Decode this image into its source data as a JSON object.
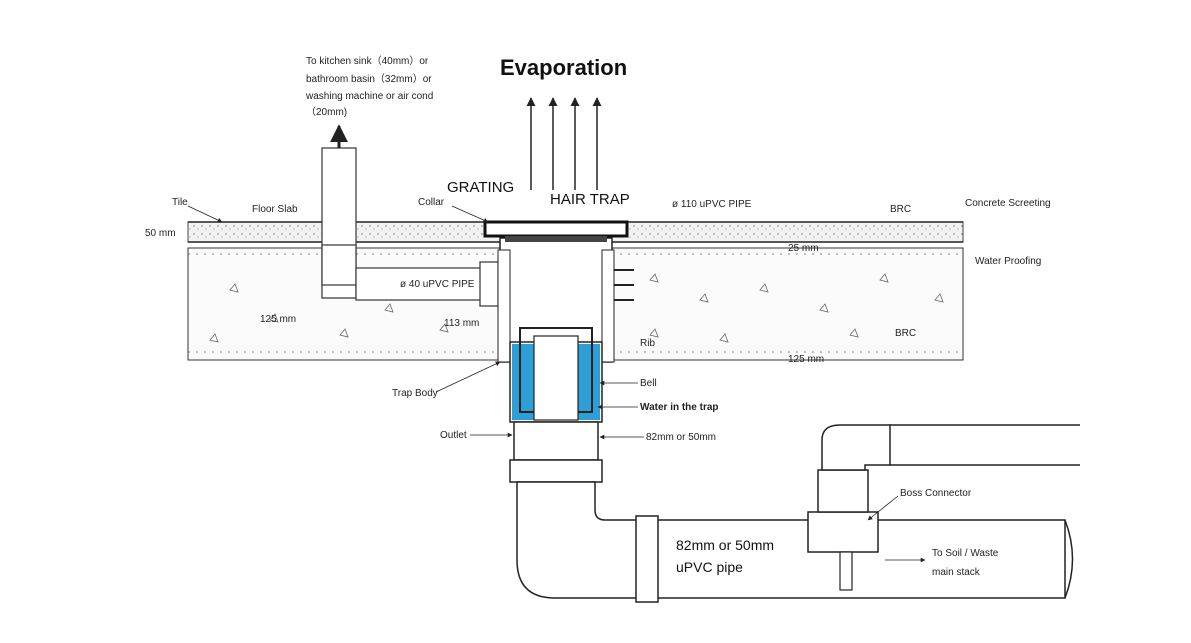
{
  "title": "Evaporation",
  "labels": {
    "kitchen_note_1": "To kitchen sink（40mm）or",
    "kitchen_note_2": "bathroom basin（32mm）or",
    "kitchen_note_3": "washing machine or air cond",
    "kitchen_note_4": "（20mm)",
    "tile": "Tile",
    "floor_slab": "Floor Slab",
    "thick_50": "50 mm",
    "collar": "Collar",
    "grating": "GRATING",
    "hair_trap": "HAIR TRAP",
    "pipe_110": "ø 110 uPVC PIPE",
    "brc_top": "BRC",
    "concrete_screeting": "Concrete Screeting",
    "water_proofing": "Water Proofing",
    "dim_25": "25 mm",
    "pipe_40": "ø 40 uPVC PIPE",
    "dim_125_left": "125 mm",
    "dim_113": "113 mm",
    "rib": "Rib",
    "brc_bottom": "BRC",
    "dim_125_bottom": "125 mm",
    "trap_body": "Trap Body",
    "bell": "Bell",
    "water_in_trap": "Water in the trap",
    "outlet": "Outlet",
    "outlet_size": "82mm or 50mm",
    "boss_connector": "Boss Connector",
    "main_pipe_1": "82mm or 50mm",
    "main_pipe_2": "uPVC pipe",
    "stack_1": "To Soil / Waste",
    "stack_2": "main stack"
  },
  "colors": {
    "water": "#2e9fd6",
    "line": "#222222"
  }
}
